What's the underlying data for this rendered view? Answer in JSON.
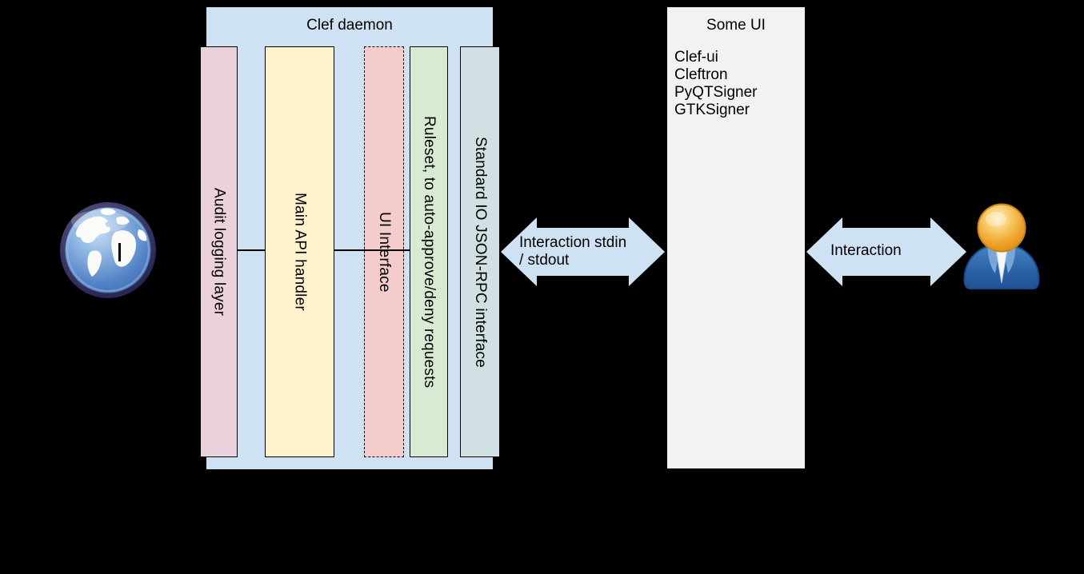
{
  "canvas": {
    "background": "#000000"
  },
  "clef_daemon": {
    "title": "Clef daemon",
    "fill": "#cfe2f3",
    "bars": [
      {
        "label": "Audit logging layer",
        "fill": "#ead1dc",
        "border_style": "solid"
      },
      {
        "label": "Main API handler",
        "fill": "#fff2cc",
        "border_style": "solid"
      },
      {
        "label": "UI Interface",
        "fill": "#f4cccc",
        "border_style": "dashed"
      },
      {
        "label": "Ruleset, to auto-approve/deny requests",
        "fill": "#d9ead3",
        "border_style": "solid"
      },
      {
        "label": "Standard IO JSON-RPC interface",
        "fill": "#d0e0e3",
        "border_style": "solid"
      }
    ]
  },
  "some_ui": {
    "title": "Some UI",
    "fill": "#f2f2f2",
    "items": [
      "Clef-ui",
      "Cleftron",
      "PyQTSigner",
      "GTKSigner"
    ]
  },
  "arrows": {
    "fill": "#cfe2f3",
    "stdio_arrow": {
      "line1": "Interaction stdin",
      "line2": "/ stdout"
    },
    "user_arrow": {
      "label": "Interaction"
    }
  },
  "icons": {
    "globe": "globe-icon",
    "user": "user-icon"
  }
}
